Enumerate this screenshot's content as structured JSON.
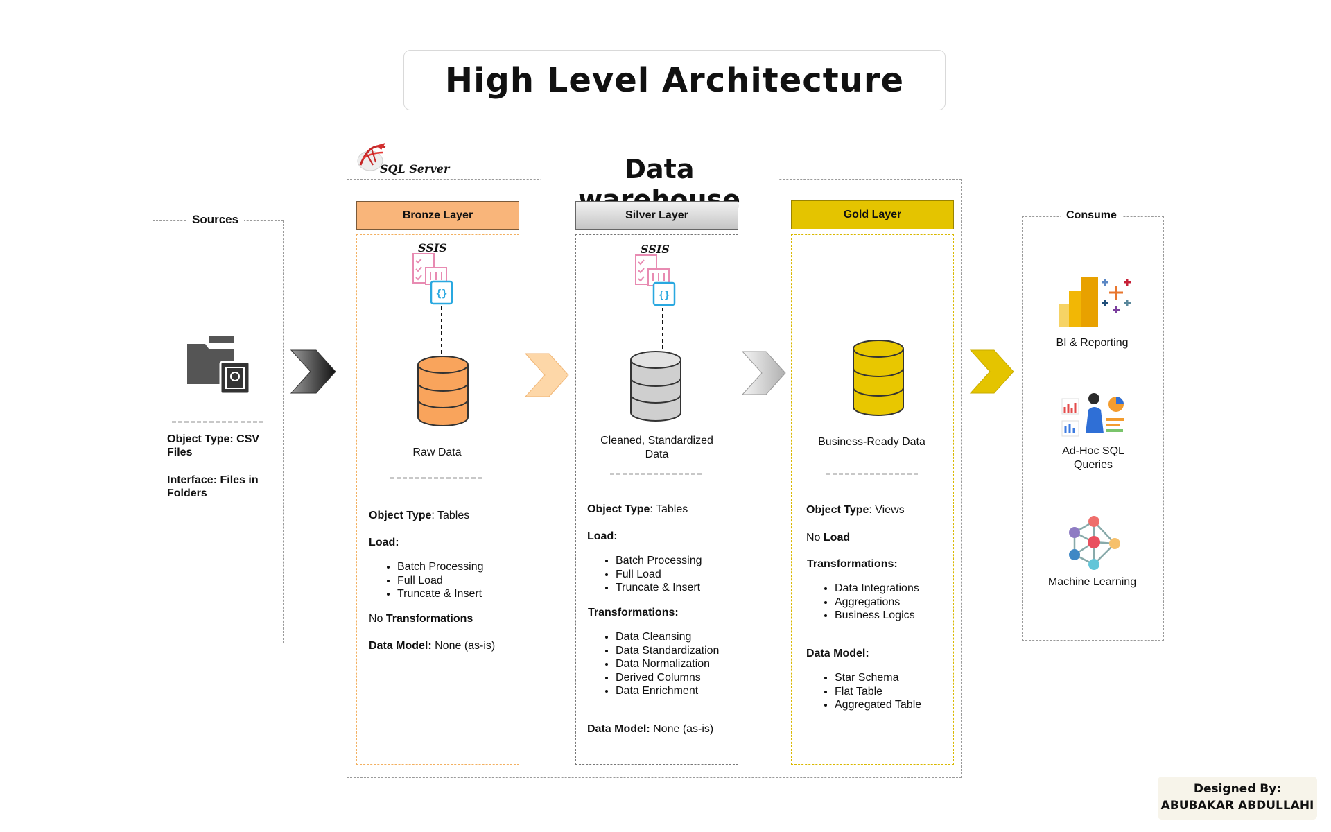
{
  "title": "High Level Architecture",
  "warehouse": {
    "title": "Data warehouse",
    "platform_label": "SQL Server"
  },
  "sources": {
    "title": "Sources",
    "object_type_label": "Object Type: CSV Files",
    "interface_label": "Interface: Files in Folders"
  },
  "bronze": {
    "header": "Bronze Layer",
    "tool": "SSIS",
    "caption": "Raw Data",
    "object_type_key": "Object Type",
    "object_type_value": ": Tables",
    "load_title": "Load:",
    "load_items": [
      "Batch Processing",
      "Full Load",
      "Truncate & Insert"
    ],
    "transform_prefix": "No ",
    "transform_label": "Transformations",
    "model_key": "Data Model:",
    "model_value": " None (as-is)",
    "colors": {
      "header": "#f9b57a",
      "border": "#f3b060"
    }
  },
  "silver": {
    "header": "Silver Layer",
    "tool": "SSIS",
    "caption": "Cleaned, Standardized Data",
    "object_type_key": "Object Type",
    "object_type_value": ": Tables",
    "load_title": "Load:",
    "load_items": [
      "Batch Processing",
      "Full Load",
      "Truncate & Insert"
    ],
    "transform_title": "Transformations:",
    "transform_items": [
      "Data Cleansing",
      "Data Standardization",
      "Data Normalization",
      "Derived Columns",
      "Data Enrichment"
    ],
    "model_key": "Data Model:",
    "model_value": " None (as-is)",
    "colors": {
      "header": "#d6d6d6"
    }
  },
  "gold": {
    "header": "Gold Layer",
    "caption": "Business-Ready Data",
    "object_type_key": "Object Type",
    "object_type_value": ": Views",
    "load_prefix": "No ",
    "load_label": "Load",
    "transform_title": "Transformations:",
    "transform_items": [
      "Data Integrations",
      "Aggregations",
      "Business Logics"
    ],
    "model_title": "Data Model:",
    "model_items": [
      "Star Schema",
      "Flat Table",
      "Aggregated Table"
    ],
    "colors": {
      "header": "#e4c400",
      "border": "#d9b800"
    }
  },
  "consume": {
    "title": "Consume",
    "items": [
      {
        "label": "BI & Reporting",
        "icon": "bi-reporting-icon"
      },
      {
        "label": "Ad-Hoc SQL Queries",
        "icon": "ad-hoc-analyst-icon"
      },
      {
        "label": "Machine Learning",
        "icon": "ml-network-icon"
      }
    ]
  },
  "credit": {
    "line1": "Designed By:",
    "line2": "ABUBAKAR ABDULLAHI"
  }
}
